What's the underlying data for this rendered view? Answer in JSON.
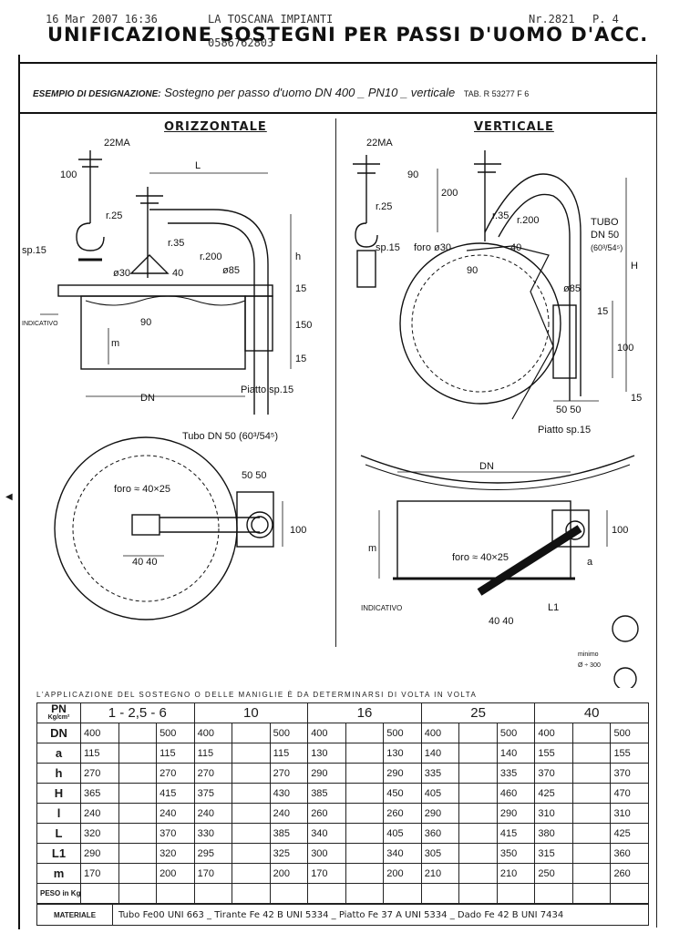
{
  "fax_header": {
    "date": "16 Mar 2007 16:36",
    "sender": "LA TOSCANA IMPIANTI",
    "phone": "0586762803",
    "number": "Nr.2821",
    "page": "P. 4"
  },
  "title": "UNIFICAZIONE  SOSTEGNI PER PASSI D'UOMO D'ACC. (PN 1÷40)",
  "example": {
    "label": "ESEMPIO DI DESIGNAZIONE:",
    "text": "Sostegno per passo d'uomo DN 400 _ PN10 _ verticale",
    "ref": "TAB. R 53277 F 6"
  },
  "views": {
    "horizontal_title": "ORIZZONTALE",
    "vertical_title": "VERTICALE"
  },
  "annotations": {
    "h1": "22MA",
    "h2": "100",
    "h3": "r.25",
    "h4": "sp.15",
    "h5": "ø30",
    "h6": "90",
    "h7": "r.35",
    "h8": "r.200",
    "h9": "ø85",
    "h10": "L",
    "h11": "h",
    "h12": "15",
    "h13": "150",
    "h14": "15",
    "h15": "DN",
    "h16": "Piatto sp.15",
    "h17": "INDICATIVO",
    "h18": "m",
    "h19": "40",
    "v1": "22MA",
    "v2": "90",
    "v3": "200",
    "v4": "r.25",
    "v5": "sp.15",
    "v6": "foro ø30",
    "v7": "r.35",
    "v8": "r.200",
    "v9": "90",
    "v10": "TUBO",
    "v11": "DN 50",
    "v12": "(60³/54⁵)",
    "v13": "H",
    "v14": "ø85",
    "v15": "15",
    "v16": "100",
    "v17": "15",
    "v18": "50 50",
    "v19": "Piatto sp.15",
    "v20": "40",
    "p1": "Tubo DN 50 (60³/54⁵)",
    "p2": "50 50",
    "p3": "foro ≈ 40×25",
    "p4": "100",
    "p5": "40 40",
    "s1": "DN",
    "s2": "m",
    "s3": "foro ≈ 40×25",
    "s4": "100",
    "s5": "a",
    "s6": "INDICATIVO",
    "s7": "40 40",
    "s8": "L1",
    "s9": "minimo",
    "s10": "Ø ÷ 300"
  },
  "table_note": "L'APPLICAZIONE DEL SOSTEGNO O DELLE MANIGLIE È DA DETERMINARSI DI VOLTA IN VOLTA",
  "table": {
    "pn_label": "PN",
    "pn_unit": "Kg/cm²",
    "pn_groups": [
      "1 - 2,5 - 6",
      "10",
      "16",
      "25",
      "40"
    ],
    "rows": [
      {
        "label": "DN",
        "values": [
          "400",
          "",
          "500",
          "400",
          "",
          "500",
          "400",
          "",
          "500",
          "400",
          "",
          "500",
          "400",
          "",
          "500"
        ]
      },
      {
        "label": "a",
        "values": [
          "115",
          "",
          "115",
          "115",
          "",
          "115",
          "130",
          "",
          "130",
          "140",
          "",
          "140",
          "155",
          "",
          "155"
        ]
      },
      {
        "label": "h",
        "values": [
          "270",
          "",
          "270",
          "270",
          "",
          "270",
          "290",
          "",
          "290",
          "335",
          "",
          "335",
          "370",
          "",
          "370"
        ]
      },
      {
        "label": "H",
        "values": [
          "365",
          "",
          "415",
          "375",
          "",
          "430",
          "385",
          "",
          "450",
          "405",
          "",
          "460",
          "425",
          "",
          "470"
        ]
      },
      {
        "label": "l",
        "values": [
          "240",
          "",
          "240",
          "240",
          "",
          "240",
          "260",
          "",
          "260",
          "290",
          "",
          "290",
          "310",
          "",
          "310"
        ]
      },
      {
        "label": "L",
        "values": [
          "320",
          "",
          "370",
          "330",
          "",
          "385",
          "340",
          "",
          "405",
          "360",
          "",
          "415",
          "380",
          "",
          "425"
        ]
      },
      {
        "label": "L1",
        "values": [
          "290",
          "",
          "320",
          "295",
          "",
          "325",
          "300",
          "",
          "340",
          "305",
          "",
          "350",
          "315",
          "",
          "360"
        ]
      },
      {
        "label": "m",
        "values": [
          "170",
          "",
          "200",
          "170",
          "",
          "200",
          "170",
          "",
          "200",
          "210",
          "",
          "210",
          "250",
          "",
          "260"
        ]
      },
      {
        "label": "PESO in Kg",
        "values": [
          "",
          "",
          "",
          "",
          "",
          "",
          "",
          "",
          "",
          "",
          "",
          "",
          "",
          "",
          ""
        ]
      }
    ],
    "material_label": "MATERIALE",
    "material_text": "Tubo Fe00 UNI 663 _ Tirante Fe 42 B UNI 5334 _ Piatto Fe 37 A UNI 5334 _ Dado Fe 42 B UNI 7434"
  }
}
